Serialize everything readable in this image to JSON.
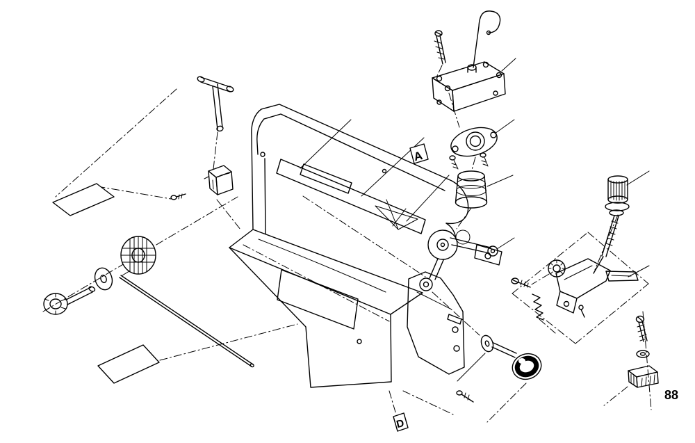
{
  "page": {
    "background": "#ffffff",
    "line_color": "#000000"
  },
  "diagram": {
    "type": "exploded-parts-diagram",
    "labels": {
      "section_a": "A",
      "section_d": "D",
      "part_number": "88"
    },
    "part_shapes": [
      "hanger-hook",
      "switch-box",
      "box-screw",
      "bearing-flange",
      "bellows-coupler",
      "t-handle-rod",
      "blade-clamp",
      "clamp-screw",
      "callout-box-upper",
      "callout-box-lower",
      "thumb-knob",
      "washer-disc",
      "ribbed-wheel",
      "long-tension-rod",
      "main-frame",
      "pulley-wheel",
      "rear-upright",
      "tensioner-knob",
      "blade-holder-lever",
      "set-screw-and-spring",
      "bottom-knob-assembly",
      "mounting-screw",
      "flat-washer",
      "clamp-bracket"
    ]
  }
}
